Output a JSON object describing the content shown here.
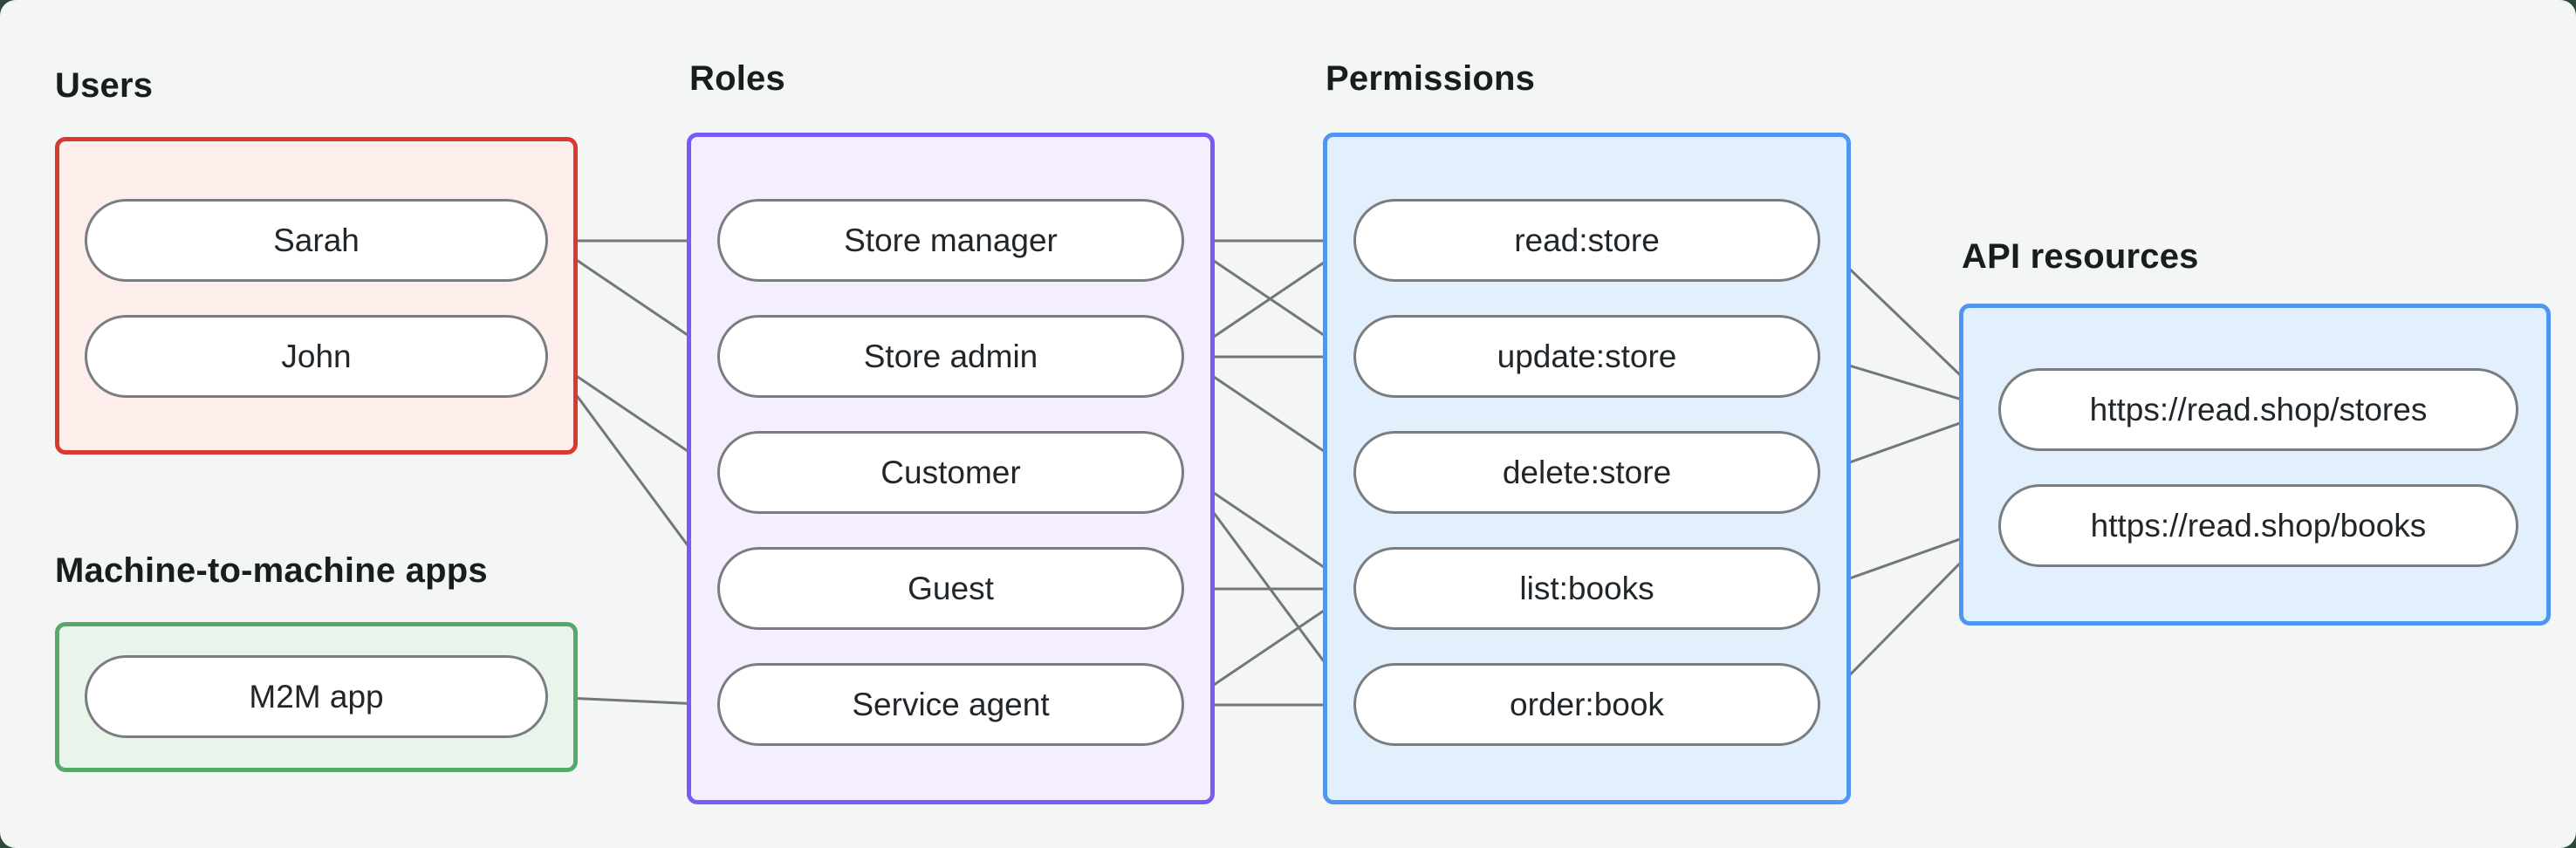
{
  "diagram": {
    "groups": {
      "users": {
        "label": "Users",
        "nodes": [
          {
            "id": "sarah",
            "label": "Sarah"
          },
          {
            "id": "john",
            "label": "John"
          }
        ]
      },
      "m2m": {
        "label": "Machine-to-machine apps",
        "nodes": [
          {
            "id": "m2m_app",
            "label": "M2M app"
          }
        ]
      },
      "roles": {
        "label": "Roles",
        "nodes": [
          {
            "id": "store_manager",
            "label": "Store manager"
          },
          {
            "id": "store_admin",
            "label": "Store admin"
          },
          {
            "id": "customer",
            "label": "Customer"
          },
          {
            "id": "guest",
            "label": "Guest"
          },
          {
            "id": "service_agent",
            "label": "Service agent"
          }
        ]
      },
      "permissions": {
        "label": "Permissions",
        "nodes": [
          {
            "id": "read_store",
            "label": "read:store"
          },
          {
            "id": "update_store",
            "label": "update:store"
          },
          {
            "id": "delete_store",
            "label": "delete:store"
          },
          {
            "id": "list_books",
            "label": "list:books"
          },
          {
            "id": "order_book",
            "label": "order:book"
          }
        ]
      },
      "api": {
        "label": "API resources",
        "nodes": [
          {
            "id": "stores",
            "label": "https://read.shop/stores"
          },
          {
            "id": "books",
            "label": "https://read.shop/books"
          }
        ]
      }
    },
    "edges": [
      [
        "sarah",
        "store_manager"
      ],
      [
        "sarah",
        "store_admin"
      ],
      [
        "john",
        "customer"
      ],
      [
        "john",
        "guest"
      ],
      [
        "m2m_app",
        "service_agent"
      ],
      [
        "store_manager",
        "read_store"
      ],
      [
        "store_manager",
        "update_store"
      ],
      [
        "store_admin",
        "read_store"
      ],
      [
        "store_admin",
        "update_store"
      ],
      [
        "store_admin",
        "delete_store"
      ],
      [
        "customer",
        "list_books"
      ],
      [
        "customer",
        "order_book"
      ],
      [
        "guest",
        "list_books"
      ],
      [
        "service_agent",
        "list_books"
      ],
      [
        "service_agent",
        "order_book"
      ],
      [
        "read_store",
        "stores"
      ],
      [
        "update_store",
        "stores"
      ],
      [
        "delete_store",
        "stores"
      ],
      [
        "list_books",
        "books"
      ],
      [
        "order_book",
        "books"
      ]
    ],
    "colors": {
      "canvas_bg": "#f4f6f5",
      "backdrop": "#2c4a39",
      "users_border": "#d93a30",
      "users_fill": "#fdeeec",
      "m2m_border": "#57a967",
      "m2m_fill": "#e9f5ea",
      "roles_border": "#7a5af5",
      "roles_fill": "#f4eefe",
      "permissions_border": "#4f96f2",
      "permissions_fill": "#e2effc",
      "api_border": "#4f96f2",
      "api_fill": "#e2effc",
      "pill_border": "#797d80",
      "pill_bg": "#ffffff",
      "edge": "#73777b",
      "dot": "#6d7276",
      "label_text": "#171e1b",
      "pill_text": "#21262a"
    }
  }
}
